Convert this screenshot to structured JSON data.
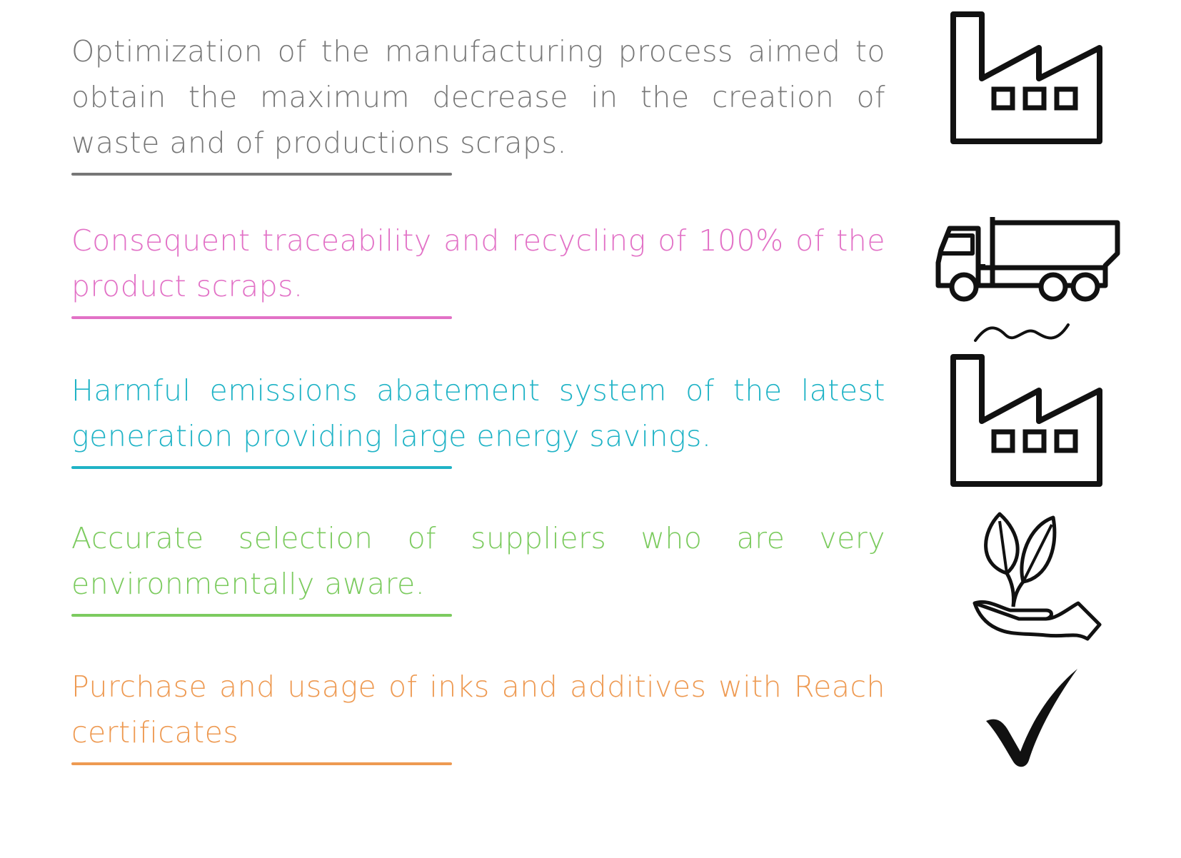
{
  "colors": {
    "gray": "#777777",
    "pink": "#e271c6",
    "teal": "#1fb3c6",
    "green": "#7ccb5f",
    "orange": "#ee9a52",
    "icon": "#111111"
  },
  "items": [
    {
      "text": "Optimization of the manufacturing process aimed to obtain the maximum decrease in the creation of waste and of productions scraps.",
      "color": "#777777",
      "icon": "factory-icon"
    },
    {
      "text": "Consequent traceability and recycling of 100% of the product scraps.",
      "color": "#e271c6",
      "icon": "truck-icon"
    },
    {
      "text": "Harmful emissions abatement system of the latest generation providing large energy savings.",
      "color": "#1fb3c6",
      "icon": "factory-icon"
    },
    {
      "text": "Accurate selection of suppliers who are very environmentally aware.",
      "color": "#7ccb5f",
      "icon": "plant-in-hand-icon"
    },
    {
      "text": "Purchase and usage of inks and additives with Reach certificates",
      "color": "#ee9a52",
      "icon": "checkmark-icon"
    }
  ]
}
